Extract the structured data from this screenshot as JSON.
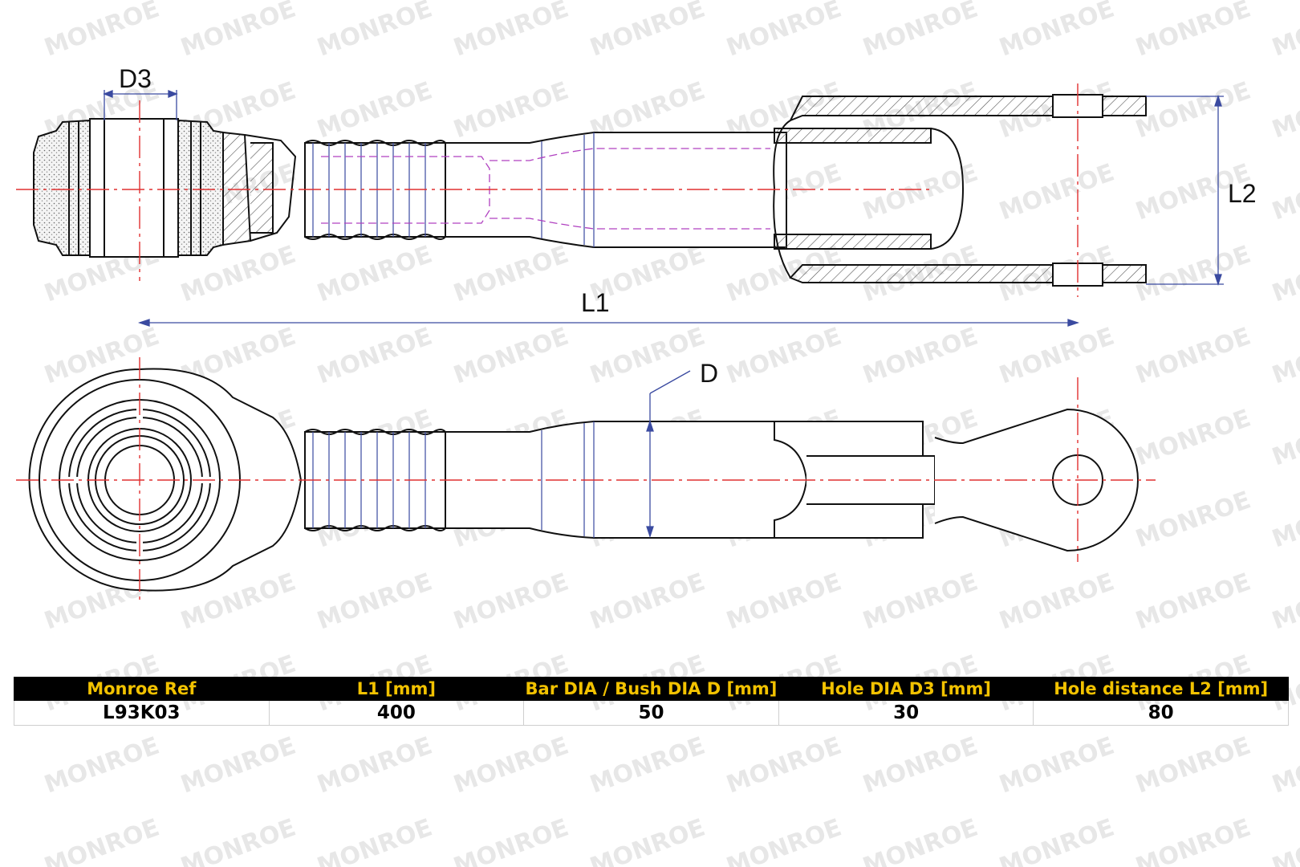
{
  "watermark": "MONROE",
  "dimensions": {
    "d3": "D3",
    "l2": "L2",
    "l1": "L1",
    "d": "D"
  },
  "spec_table": {
    "headers": [
      "Monroe Ref",
      "L1 [mm]",
      "Bar DIA / Bush DIA D [mm]",
      "Hole DIA D3 [mm]",
      "Hole distance L2 [mm]"
    ],
    "rows": [
      [
        "L93K03",
        "400",
        "50",
        "30",
        "80"
      ]
    ]
  },
  "colors": {
    "header_bg": "#000000",
    "header_text": "#f2c200",
    "centerline": "#e03030",
    "dimension_line": "#3a4aa0",
    "hidden_line": "#b040c0"
  }
}
